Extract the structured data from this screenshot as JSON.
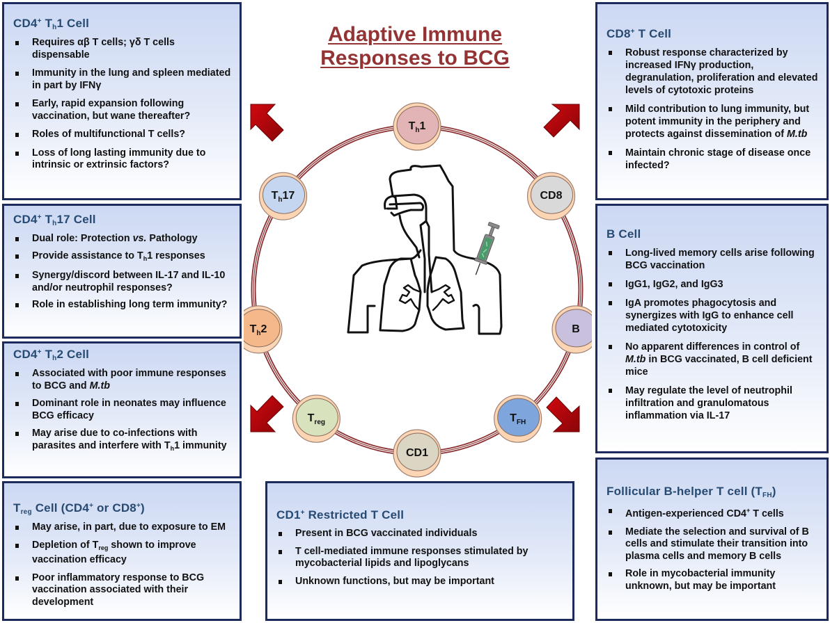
{
  "title": {
    "line1": "Adaptive Immune",
    "line2": "Responses to BCG"
  },
  "colors": {
    "title": "#933334",
    "box_border": "#1d2a5c",
    "box_title": "#274a72",
    "arrow": "#b3070d",
    "ring": "#8b2f30"
  },
  "center_graphic": {
    "figure": "human respiratory tract outline",
    "syringe": "BCG vaccine syringe"
  },
  "cells": [
    {
      "id": "th1",
      "main": "T",
      "sub": "h",
      "suffix": "1",
      "fill": "#e2b4b6"
    },
    {
      "id": "cd8",
      "main": "CD8",
      "sub": "",
      "suffix": "",
      "fill": "#d9d9d9"
    },
    {
      "id": "b",
      "main": "B",
      "sub": "",
      "suffix": "",
      "fill": "#c9c0de"
    },
    {
      "id": "tfh",
      "main": "T",
      "sub": "FH",
      "suffix": "",
      "fill": "#7ea6dc"
    },
    {
      "id": "cd1",
      "main": "CD1",
      "sub": "",
      "suffix": "",
      "fill": "#dbd6c4"
    },
    {
      "id": "treg",
      "main": "T",
      "sub": "reg",
      "suffix": "",
      "fill": "#d8e3bd"
    },
    {
      "id": "th2",
      "main": "T",
      "sub": "h",
      "suffix": "2",
      "fill": "#f5b88a"
    },
    {
      "id": "th17",
      "main": "T",
      "sub": "h",
      "suffix": "17",
      "fill": "#c5d7f0"
    }
  ],
  "boxes": {
    "th1": {
      "title_prefix": "CD4",
      "title_sup": "+",
      "title_mid": " T",
      "title_sub": "h",
      "title_suffix": "1 Cell",
      "bullets": [
        "Requires αβ T cells; γδ T cells dispensable",
        "Immunity in the lung and spleen mediated in part by IFNγ",
        "Early, rapid expansion following vaccination, but wane thereafter?",
        "Roles of multifunctional T cells?",
        "Loss of long lasting immunity due to intrinsic or extrinsic factors?"
      ]
    },
    "th17": {
      "title_prefix": "CD4",
      "title_sup": "+",
      "title_mid": " T",
      "title_sub": "h",
      "title_suffix": "17 Cell",
      "bullets": [
        {
          "before": "Dual role: Protection ",
          "italic": "vs.",
          "after": " Pathology"
        },
        {
          "before": "Provide assistance to T",
          "sub": "h",
          "after": "1 responses"
        },
        "Synergy/discord between IL-17 and IL-10 and/or neutrophil responses?",
        "Role in establishing long term immunity?"
      ]
    },
    "th2": {
      "title_prefix": "CD4",
      "title_sup": "+",
      "title_mid": " T",
      "title_sub": "h",
      "title_suffix": "2 Cell",
      "bullets": [
        {
          "before": "Associated with poor immune responses to BCG and ",
          "italic": "M.tb",
          "after": ""
        },
        "Dominant role in neonates may influence BCG efficacy",
        {
          "before": "May arise due to co-infections with parasites and interfere with T",
          "sub": "h",
          "after": "1 immunity"
        }
      ]
    },
    "treg": {
      "title_main": "T",
      "title_sub": "reg",
      "title_mid": " Cell (CD4",
      "title_sup1": "+",
      "title_mid2": " or CD8",
      "title_sup2": "+",
      "title_end": ")",
      "bullets": [
        "May arise, in part, due to exposure to EM",
        {
          "before": "Depletion of T",
          "sub": "reg",
          "after": " shown to improve vaccination efficacy"
        },
        "Poor inflammatory response to BCG vaccination associated with their development"
      ]
    },
    "cd8": {
      "title_prefix": "CD8",
      "title_sup": "+",
      "title_suffix": " T Cell",
      "bullets": [
        "Robust response characterized by increased IFNγ production, degranulation, proliferation and elevated levels of cytotoxic proteins",
        {
          "before": "Mild contribution to lung immunity, but potent immunity in the periphery and protects against dissemination of ",
          "italic": "M.tb",
          "after": ""
        },
        "Maintain chronic stage of disease once infected?"
      ]
    },
    "b": {
      "title": "B Cell",
      "bullets": [
        "Long-lived memory cells arise following BCG vaccination",
        "IgG1, IgG2, and IgG3",
        "IgA promotes phagocytosis and synergizes with IgG to enhance cell mediated cytotoxicity",
        {
          "before": "No apparent differences in control of ",
          "italic": "M.tb",
          "after": " in BCG vaccinated, B cell deficient mice"
        },
        "May regulate the level of neutrophil infiltration and granulomatous inflammation via IL-17"
      ]
    },
    "tfh": {
      "title_prefix": "Follicular B-helper T cell (T",
      "title_sub": "FH",
      "title_suffix": ")",
      "bullets": [
        {
          "before": "Antigen-experienced CD4",
          "sup": "+",
          "after": " T cells"
        },
        "Mediate the selection and survival of B cells and stimulate their transition into plasma cells and memory B cells",
        "Role in mycobacterial immunity unknown, but may be important"
      ]
    },
    "cd1": {
      "title_prefix": "CD1",
      "title_sup": "+",
      "title_suffix": " Restricted T Cell",
      "bullets": [
        "Present in BCG vaccinated individuals",
        "T cell-mediated immune responses stimulated by mycobacterial lipids and lipoglycans",
        "Unknown functions, but may be important"
      ]
    }
  }
}
